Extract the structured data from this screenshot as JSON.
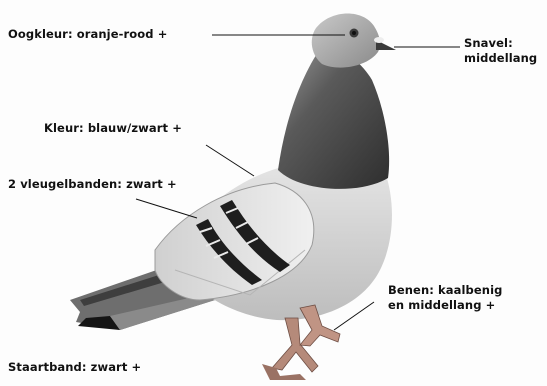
{
  "labels": {
    "eye_color": "Oogkleur: oranje-rood +",
    "beak_line1": "Snavel:",
    "beak_line2": "middellang",
    "color": "Kleur: blauw/zwart +",
    "wing_bars": "2 vleugelbanden: zwart +",
    "legs_line1": "Benen: kaalbenig",
    "legs_line2": "en middellang +",
    "tail_band": "Staartband: zwart +"
  },
  "colors": {
    "neck": "#4a4a4a",
    "body": "#d8d8d8",
    "wing": "#e6e6e6",
    "bar": "#1e1e1e",
    "feet": "#b58a7a"
  }
}
